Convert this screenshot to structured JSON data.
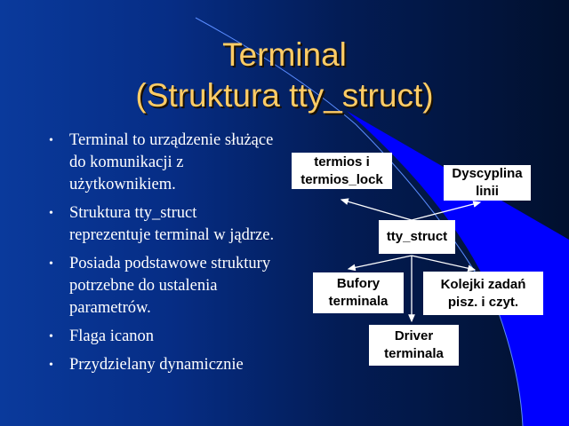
{
  "title": {
    "line1": "Terminal",
    "line2": "(Struktura tty_struct)"
  },
  "bullets": [
    "Terminal to urządzenie służące do komunikacji z użytkownikiem.",
    "Struktura tty_struct reprezentuje terminal w jądrze.",
    "Posiada podstawowe struktury potrzebne do ustalenia parametrów.",
    "Flaga icanon",
    "Przydzielany dynamicznie"
  ],
  "bullet_char": "•",
  "diagram": {
    "termios": "termios i\ntermios_lock",
    "dyscyplina": "Dyscyplina\nlinii",
    "tty_struct": "tty_struct",
    "bufory": "Bufory\nterminala",
    "kolejki": "Kolejki zadań\npisz. i czyt.",
    "driver": "Driver\nterminala"
  },
  "colors": {
    "title": "#ffcc66",
    "accent": "#0000ff"
  }
}
